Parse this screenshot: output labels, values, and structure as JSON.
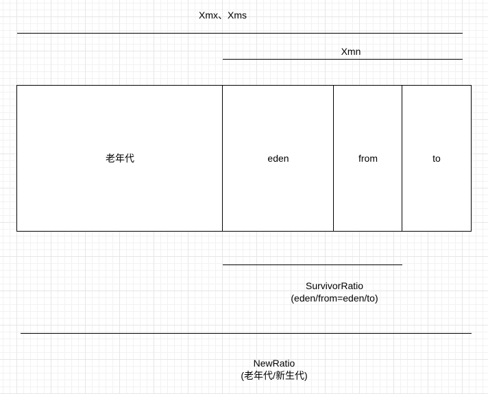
{
  "heap": {
    "label": "Xmx、Xms"
  },
  "young": {
    "label": "Xmn"
  },
  "regions": {
    "old": "老年代",
    "eden": "eden",
    "from": "from",
    "to": "to"
  },
  "survivor_ratio": {
    "title": "SurvivorRatio",
    "formula": "(eden/from=eden/to)"
  },
  "new_ratio": {
    "title": "NewRatio",
    "formula": "(老年代/新生代)"
  }
}
